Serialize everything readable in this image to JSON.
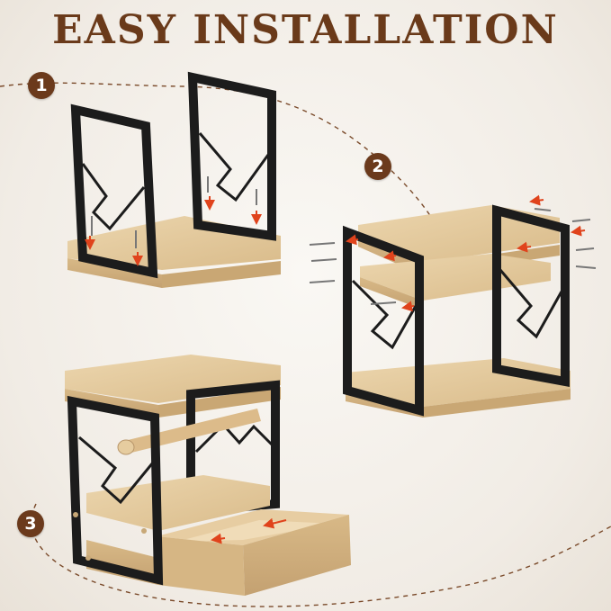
{
  "title": "EASY INSTALLATION",
  "steps": [
    {
      "number": "1"
    },
    {
      "number": "2"
    },
    {
      "number": "3"
    }
  ],
  "colors": {
    "title": "#6a3a1a",
    "badge": "#6b3a1c",
    "frame": "#1c1c1c",
    "wood": "#e3c79b",
    "wood_edge": "#cfae7c",
    "arrow": "#e0431c",
    "path": "#7a4a2a"
  }
}
